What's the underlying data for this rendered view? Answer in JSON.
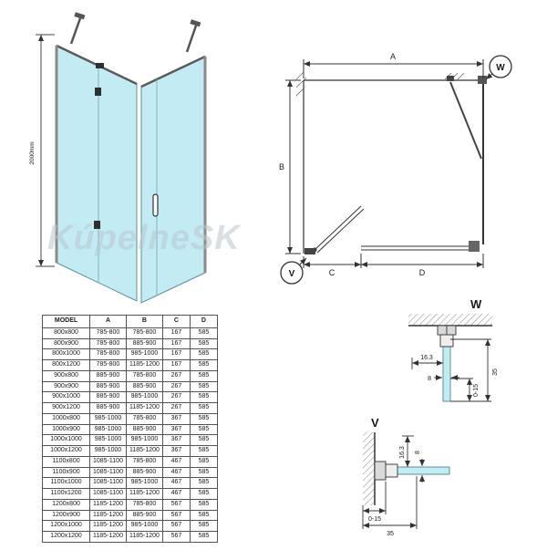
{
  "watermark": "KúpelneSK",
  "iso": {
    "height_label": "2000mm"
  },
  "plan": {
    "a": "A",
    "b": "B",
    "c": "C",
    "d": "D",
    "w": "W",
    "v": "V"
  },
  "table": {
    "headers": [
      "MODEL",
      "A",
      "B",
      "C",
      "D"
    ],
    "rows": [
      [
        "800x800",
        "785-800",
        "785-800",
        "167",
        "585"
      ],
      [
        "800x900",
        "785-800",
        "885-900",
        "167",
        "585"
      ],
      [
        "800x1000",
        "785-800",
        "985-1000",
        "167",
        "585"
      ],
      [
        "800x1200",
        "785-800",
        "1185-1200",
        "167",
        "585"
      ],
      [
        "900x800",
        "885-900",
        "785-800",
        "267",
        "585"
      ],
      [
        "900x900",
        "885-900",
        "885-900",
        "267",
        "585"
      ],
      [
        "900x1000",
        "885-900",
        "985-1000",
        "267",
        "585"
      ],
      [
        "900x1200",
        "885-900",
        "1185-1200",
        "267",
        "585"
      ],
      [
        "1000x800",
        "985-1000",
        "785-800",
        "367",
        "585"
      ],
      [
        "1000x900",
        "985-1000",
        "885-900",
        "367",
        "585"
      ],
      [
        "1000x1000",
        "985-1000",
        "985-1000",
        "367",
        "585"
      ],
      [
        "1000x1200",
        "985-1000",
        "1185-1200",
        "367",
        "585"
      ],
      [
        "1100x800",
        "1085-1100",
        "785-800",
        "467",
        "585"
      ],
      [
        "1100x900",
        "1085-1100",
        "885-900",
        "467",
        "585"
      ],
      [
        "1100x1000",
        "1085-1100",
        "985-1000",
        "467",
        "585"
      ],
      [
        "1100x1200",
        "1085-1100",
        "1185-1200",
        "467",
        "585"
      ],
      [
        "1200x800",
        "1185-1200",
        "785-800",
        "567",
        "585"
      ],
      [
        "1200x900",
        "1185-1200",
        "885-900",
        "567",
        "585"
      ],
      [
        "1200x1000",
        "1185-1200",
        "985-1000",
        "567",
        "585"
      ],
      [
        "1200x1200",
        "1185-1200",
        "1185-1200",
        "567",
        "585"
      ]
    ]
  },
  "detail_w": {
    "title": "W",
    "d163": "16.3",
    "d8": "8",
    "d015": "0-15",
    "d35": "35"
  },
  "detail_v": {
    "title": "V",
    "d163": "16.3",
    "d8": "8",
    "d015": "0-15",
    "d35": "35"
  }
}
